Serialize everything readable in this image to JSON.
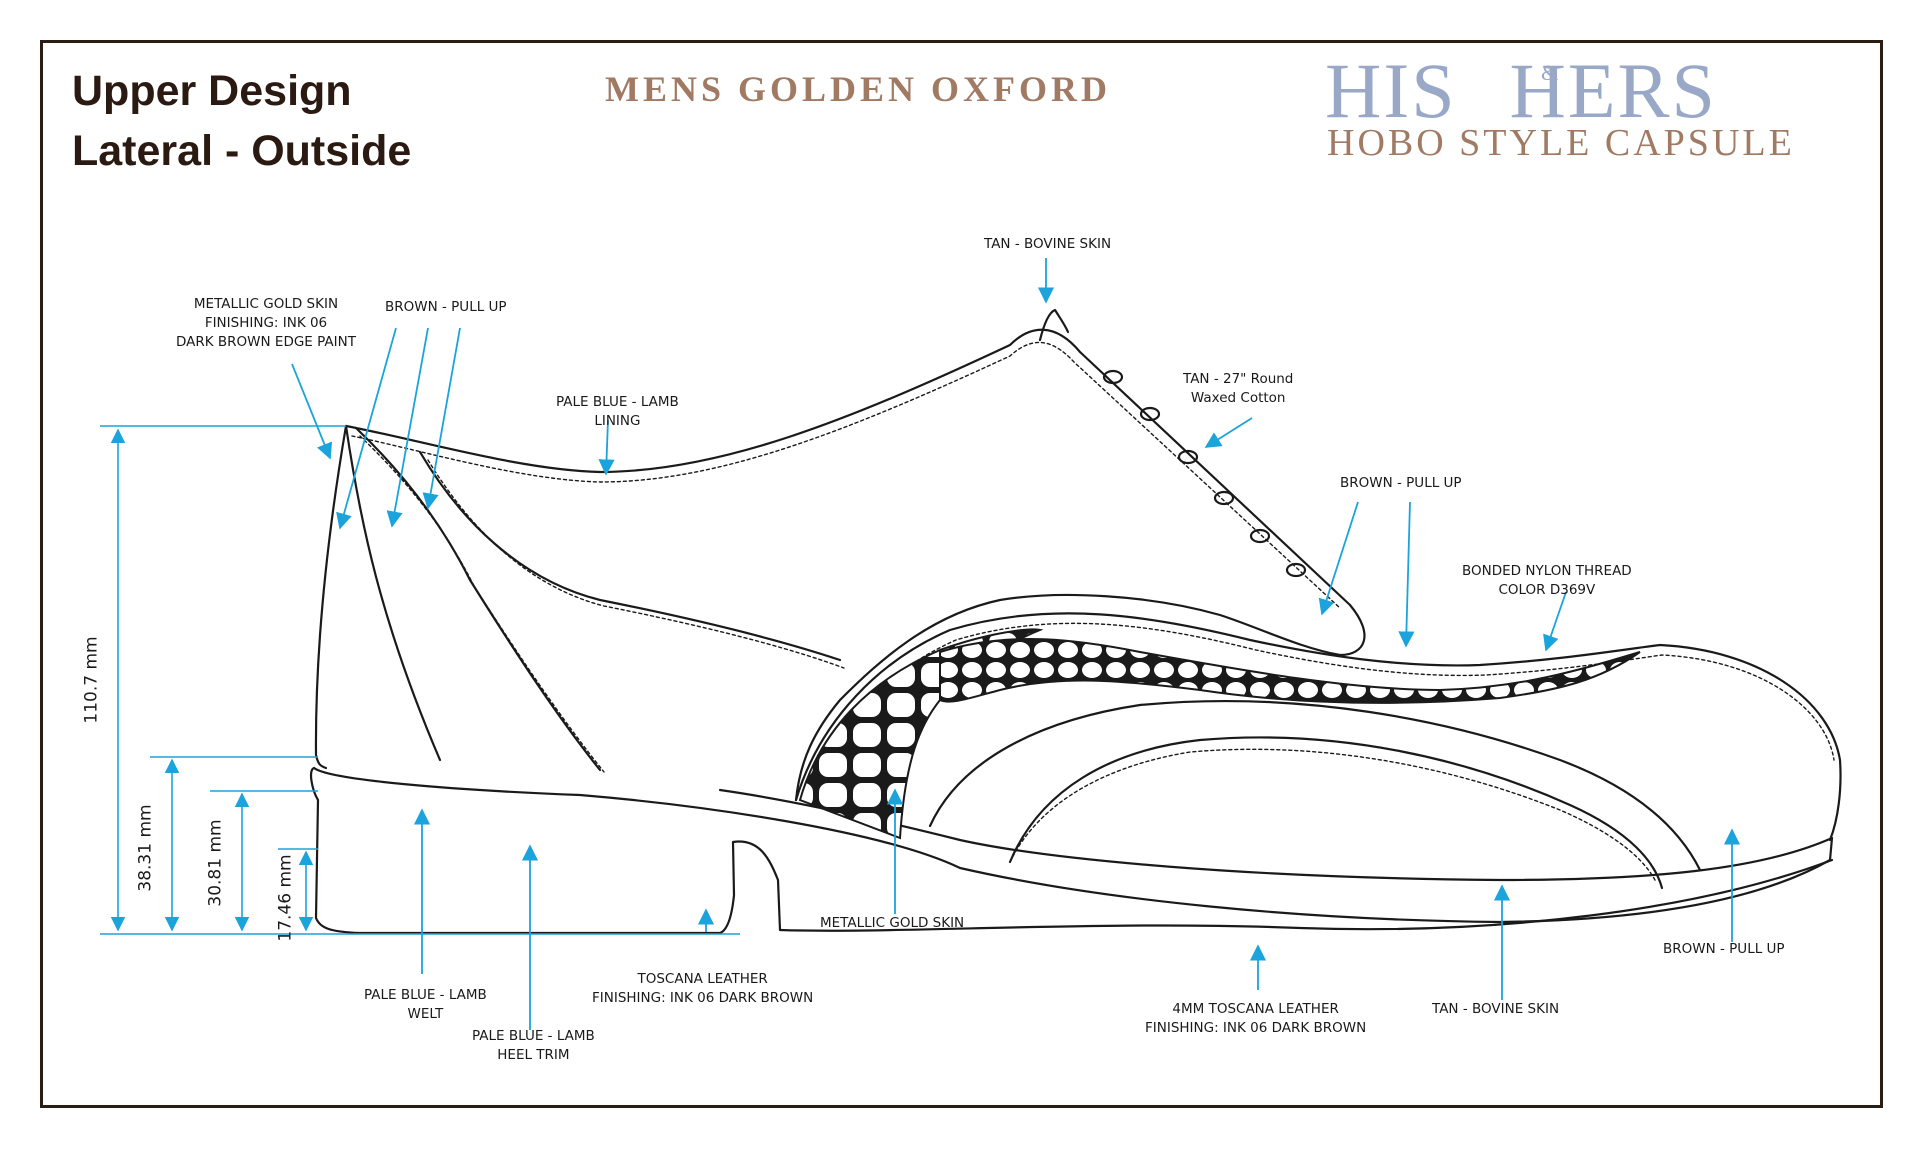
{
  "header": {
    "title_line1": "Upper Design",
    "title_line2": "Lateral - Outside",
    "product_name": "Mens Golden Oxford"
  },
  "brand": {
    "main": "HIS HERS",
    "ampersand": "&",
    "sub": "Hobo Style Capsule",
    "color_main": "#9aa8c8",
    "color_sub": "#a17a64"
  },
  "colors": {
    "arrow": "#1ba3dc",
    "line": "#1a1a1a",
    "frame": "#2b1d14"
  },
  "callouts": {
    "metallic_gold_skin_top": [
      "METALLIC GOLD SKIN",
      "FINISHING: INK 06",
      "DARK BROWN EDGE PAINT"
    ],
    "brown_pull_up_heel": [
      "BROWN - PULL UP"
    ],
    "pale_blue_lining": [
      "PALE BLUE - LAMB",
      "LINING"
    ],
    "tan_bovine_top": [
      "TAN - BOVINE SKIN"
    ],
    "laces": [
      "TAN - 27\" Round",
      "Waxed Cotton"
    ],
    "brown_pull_up_vamp": [
      "BROWN - PULL UP"
    ],
    "thread": [
      "BONDED NYLON THREAD",
      "COLOR D369V"
    ],
    "metallic_gold_skin_bottom": [
      "METALLIC GOLD SKIN"
    ],
    "pale_blue_welt": [
      "PALE BLUE - LAMB",
      "WELT"
    ],
    "pale_blue_heel_trim": [
      "PALE BLUE - LAMB",
      "HEEL TRIM"
    ],
    "toscana_heel": [
      "TOSCANA LEATHER",
      "FINISHING: INK 06 DARK BROWN"
    ],
    "toscana_sole": [
      "4MM TOSCANA LEATHER",
      "FINISHING: INK 06 DARK BROWN"
    ],
    "tan_bovine_toe": [
      "TAN - BOVINE SKIN"
    ],
    "brown_pull_up_toe": [
      "BROWN - PULL UP"
    ]
  },
  "dimensions": {
    "total_height": "110.7 mm",
    "counter_height": "38.31 mm",
    "heel_height": "30.81 mm",
    "heel_lift": "17.46 mm"
  }
}
